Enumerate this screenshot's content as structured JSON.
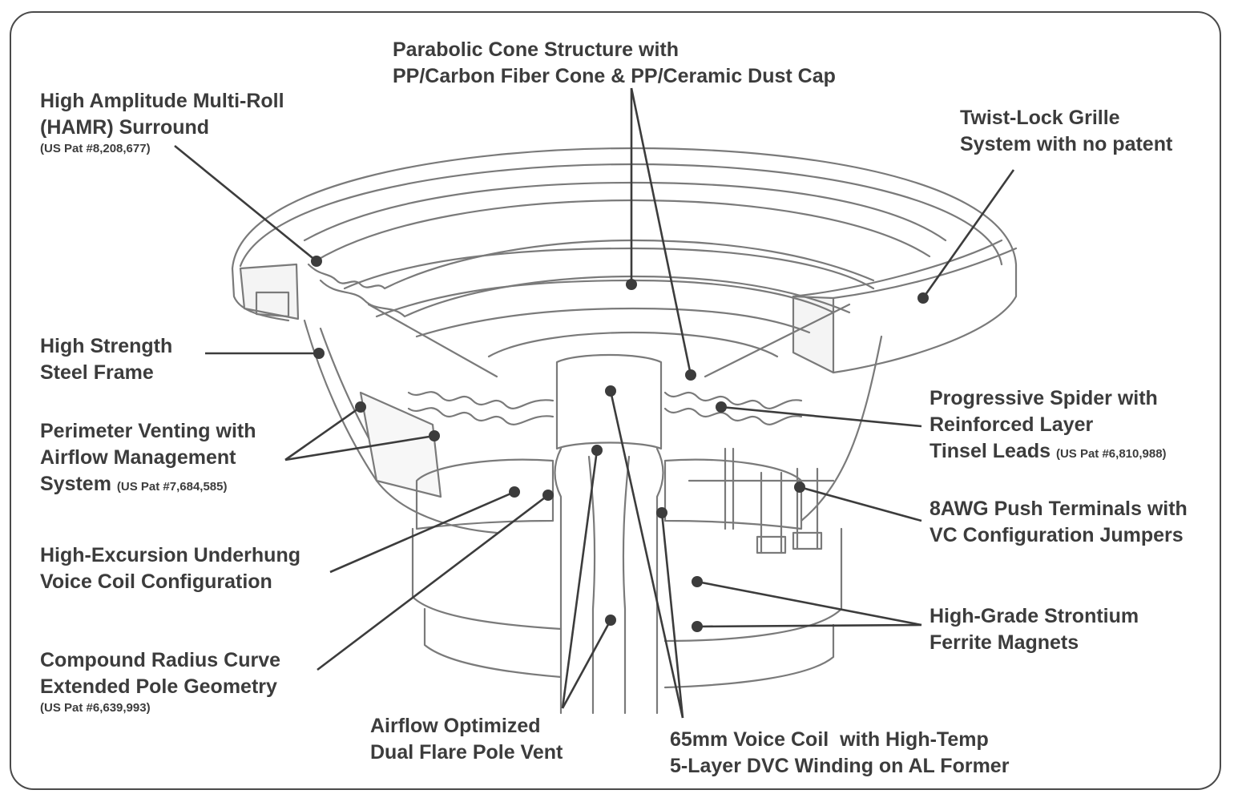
{
  "labels": {
    "cone": [
      "Parabolic Cone Structure with",
      "PP/Carbon Fiber Cone & PP/Ceramic Dust Cap"
    ],
    "hamr": [
      "High Amplitude Multi-Roll",
      "(HAMR) Surround"
    ],
    "hamr_pat": "(US Pat #8,208,677)",
    "grille": [
      "Twist-Lock Grille",
      "System with no patent"
    ],
    "frame": [
      "High Strength",
      "Steel Frame"
    ],
    "venting": [
      "Perimeter Venting with",
      "Airflow Management"
    ],
    "venting_last": "System",
    "venting_pat": "(US Pat #7,684,585)",
    "excursion": [
      "High-Excursion Underhung",
      "Voice Coil Configuration"
    ],
    "pole": [
      "Compound Radius Curve",
      "Extended Pole Geometry"
    ],
    "pole_pat": "(US Pat #6,639,993)",
    "vent": [
      "Airflow Optimized",
      "Dual Flare Pole Vent"
    ],
    "coil": [
      "65mm Voice Coil  with High-Temp",
      "5-Layer DVC Winding on AL Former"
    ],
    "spider": [
      "Progressive Spider with",
      "Reinforced Layer"
    ],
    "spider_last": "Tinsel Leads",
    "spider_pat": "(US Pat #6,810,988)",
    "terminals": [
      "8AWG Push Terminals with",
      "VC Configuration Jumpers"
    ],
    "magnets": [
      "High-Grade Strontium",
      "Ferrite Magnets"
    ]
  },
  "colors": {
    "ink": "#3c3c3c",
    "outline": "#7a7a7a"
  }
}
